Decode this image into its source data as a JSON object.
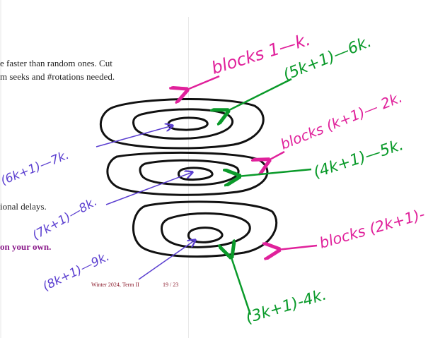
{
  "slide": {
    "line1": "e faster than random ones. Cut",
    "line2": "m seeks and #rotations needed.",
    "line3": "ional delays.",
    "line4": "on your own.",
    "footer_term": "Winter 2024, Term II",
    "footer_page": "19 / 23"
  },
  "annotations": {
    "blocks_1_k": "blocks 1—k.",
    "k5_6k": "(5k+1)—6k.",
    "blocks_k1_2k": "blocks (k+1)— 2k.",
    "k4_5k": "(4k+1)—5k.",
    "blocks_2k1": "blocks (2k+1)-",
    "k3_4k": "(3k+1)-4k.",
    "k6_7k": "(6k+1)—7k.",
    "k7_8k": "(7k+1)—8k.",
    "k8_9k": "(8k+1)—9k."
  },
  "colors": {
    "magenta_ink": "#e0219b",
    "green_ink": "#0a9a2a",
    "purple_ink": "#5b3fd0",
    "black_ink": "#111111"
  }
}
